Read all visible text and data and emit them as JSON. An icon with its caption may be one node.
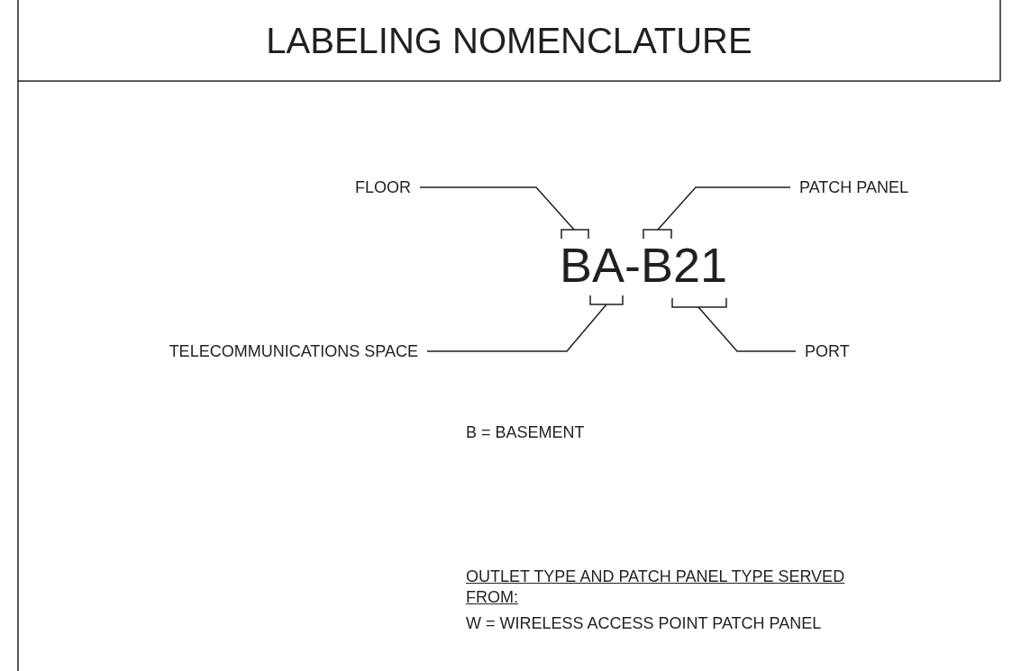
{
  "diagram": {
    "title": "LABELING NOMENCLATURE",
    "nodes": [
      {
        "text": [
          "FLOOR"
        ]
      },
      {
        "text": [
          "PATCH PANEL"
        ]
      },
      {
        "text": [
          "TELECOMMUNICATIONS SPACE"
        ]
      },
      {
        "text": [
          "PORT"
        ]
      }
    ],
    "edges": [
      {
        "from": 0,
        "to": null,
        "arrow": "none"
      },
      {
        "from": 1,
        "to": null,
        "arrow": "none"
      },
      {
        "from": 2,
        "to": null,
        "arrow": "none"
      },
      {
        "from": 3,
        "to": null,
        "arrow": "none"
      }
    ],
    "labels": [
      "BA-B21",
      "B = BASEMENT",
      "OUTLET TYPE AND PATCH PANEL TYPE SERVED FROM:",
      "W = WIRELESS ACCESS POINT PATCH PANEL"
    ]
  }
}
